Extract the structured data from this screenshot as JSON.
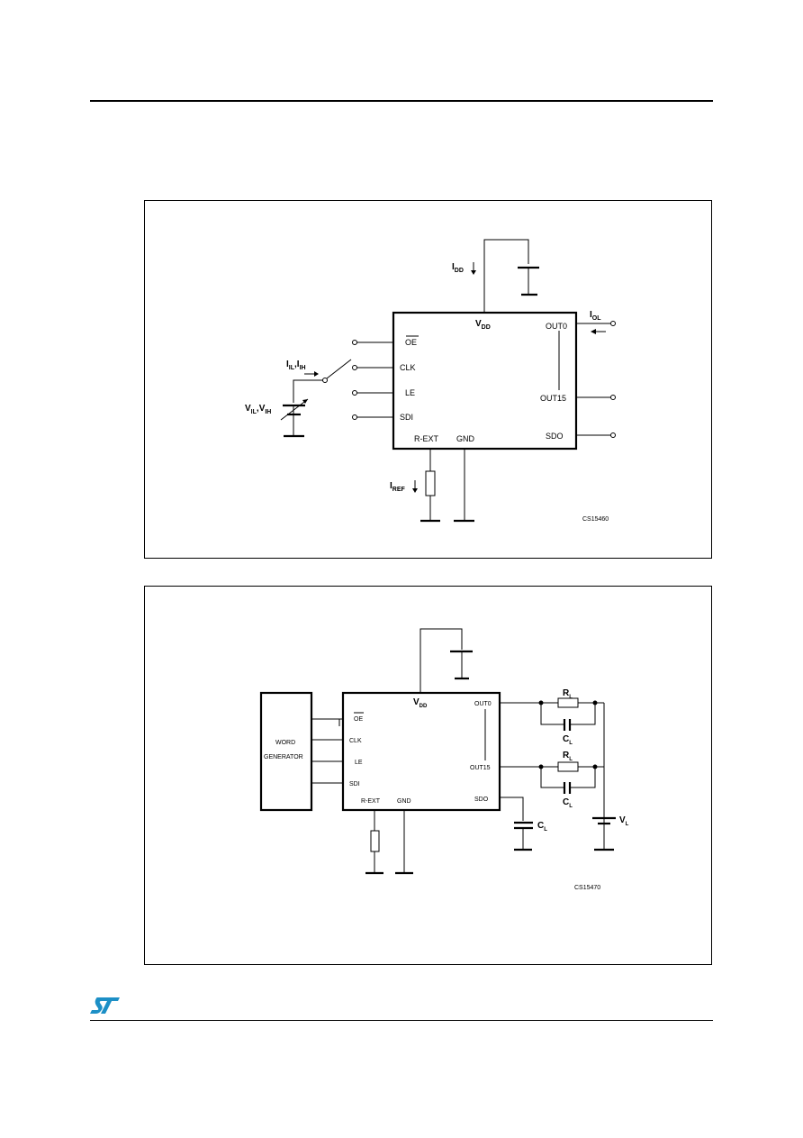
{
  "figure1": {
    "code": "CS15460",
    "pins_left": [
      "OE",
      "CLK",
      "LE",
      "SDI"
    ],
    "pins_right": [
      "OUT0",
      "OUT15",
      "SDO"
    ],
    "pins_bottom": [
      "R-EXT",
      "GND"
    ],
    "supply_pin": "V",
    "supply_sub": "DD",
    "labels": {
      "idd": "I",
      "idd_sub": "DD",
      "iol": "I",
      "iol_sub": "OL",
      "iref": "I",
      "iref_sub": "REF",
      "iil": "I",
      "iil_sub": "IL",
      "iih": "I",
      "iih_sub": "IH",
      "vil": "V",
      "vil_sub": "IL",
      "vih": "V",
      "vih_sub": "IH"
    }
  },
  "figure2": {
    "code": "CS15470",
    "generator_line1": "WORD",
    "generator_line2": "GENERATOR",
    "pins_left": [
      "OE",
      "CLK",
      "LE",
      "SDI"
    ],
    "pins_right": [
      "OUT0",
      "OUT15",
      "SDO"
    ],
    "pins_bottom": [
      "R-EXT",
      "GND"
    ],
    "supply_pin": "V",
    "supply_sub": "DD",
    "labels": {
      "rl": "R",
      "rl_sub": "L",
      "cl": "C",
      "cl_sub": "L",
      "vl": "V",
      "vl_sub": "L"
    }
  },
  "logo": {
    "name": "st-logo-icon",
    "color": "#1c8fc6"
  },
  "colors": {
    "line": "#000000",
    "background": "#ffffff",
    "brand": "#1c8fc6"
  }
}
